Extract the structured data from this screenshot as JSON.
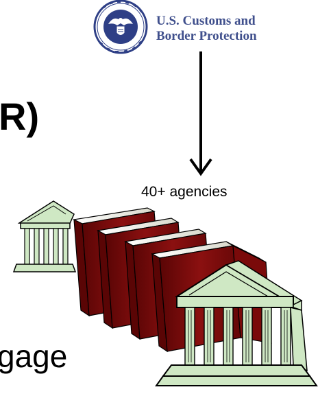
{
  "logo": {
    "agency_line_1": "U.S. Customs and",
    "agency_line_2": "Border Protection",
    "seal_icon": "dhs-seal-icon",
    "seal_ring_text": "U.S. DEPARTMENT OF HOMELAND SECURITY"
  },
  "diagram": {
    "target_label": "40+ agencies",
    "arrow_icon": "down-arrow-icon",
    "building_icon": "government-building-icon",
    "book_icon": "red-book-icon"
  },
  "slide_text": {
    "heading_fragment": "R)",
    "body_fragment": "gage"
  },
  "colors": {
    "agency_text": "#3f4f8c",
    "seal_blue": "#2e3f86",
    "building_fill": "#cfe8c4",
    "book_red": "#7a0a0a",
    "page_edge": "#f6f6ea"
  }
}
